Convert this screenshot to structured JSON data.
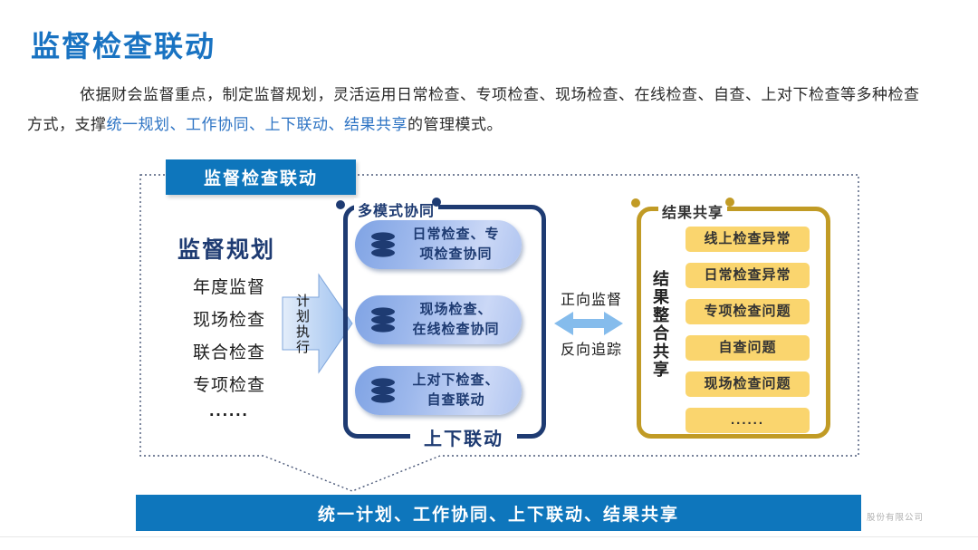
{
  "page": {
    "title": "监督检查联动",
    "intro": {
      "line1": "依据财会监督重点，制定监督规划，灵活运用日常检查、专项检查、现场检查、在线检查、自查、上对下检查等多种检查",
      "line2_pre": "方式，支撑",
      "line2_highlight": "统一规划、工作协同、上下联动、结果共享",
      "line2_post": "的管理模式。"
    },
    "watermark": "股份有限公司"
  },
  "diagram": {
    "header": "监督检查联动",
    "plan": {
      "title": "监督规划",
      "items": [
        "年度监督",
        "现场检查",
        "联合检查",
        "专项检查",
        "......"
      ],
      "arrow_label": "计划执行"
    },
    "coordination": {
      "label": "多模式协同",
      "pills": [
        {
          "line1": "日常检查、专",
          "line2": "项检查协同"
        },
        {
          "line1": "现场检查、",
          "line2": "在线检查协同"
        },
        {
          "line1": "上对下检查、",
          "line2": "自查联动"
        }
      ],
      "bottom_label": "上下联动"
    },
    "exchange": {
      "top": "正向监督",
      "bottom": "反向追踪"
    },
    "results": {
      "label": "结果共享",
      "side_label": "结果整合共享",
      "items": [
        "线上检查异常",
        "日常检查异常",
        "专项检查问题",
        "自查问题",
        "现场检查问题",
        "......"
      ]
    },
    "banner": "统一计划、工作协同、上下联动、结果共享"
  },
  "colors": {
    "brand_blue": "#0E76BC",
    "title_blue": "#1973C2",
    "navy": "#1E3B72",
    "gold": "#C19B25",
    "yellow_fill": "#FAD56E",
    "light_arrow_blue": "#85BCEC"
  }
}
